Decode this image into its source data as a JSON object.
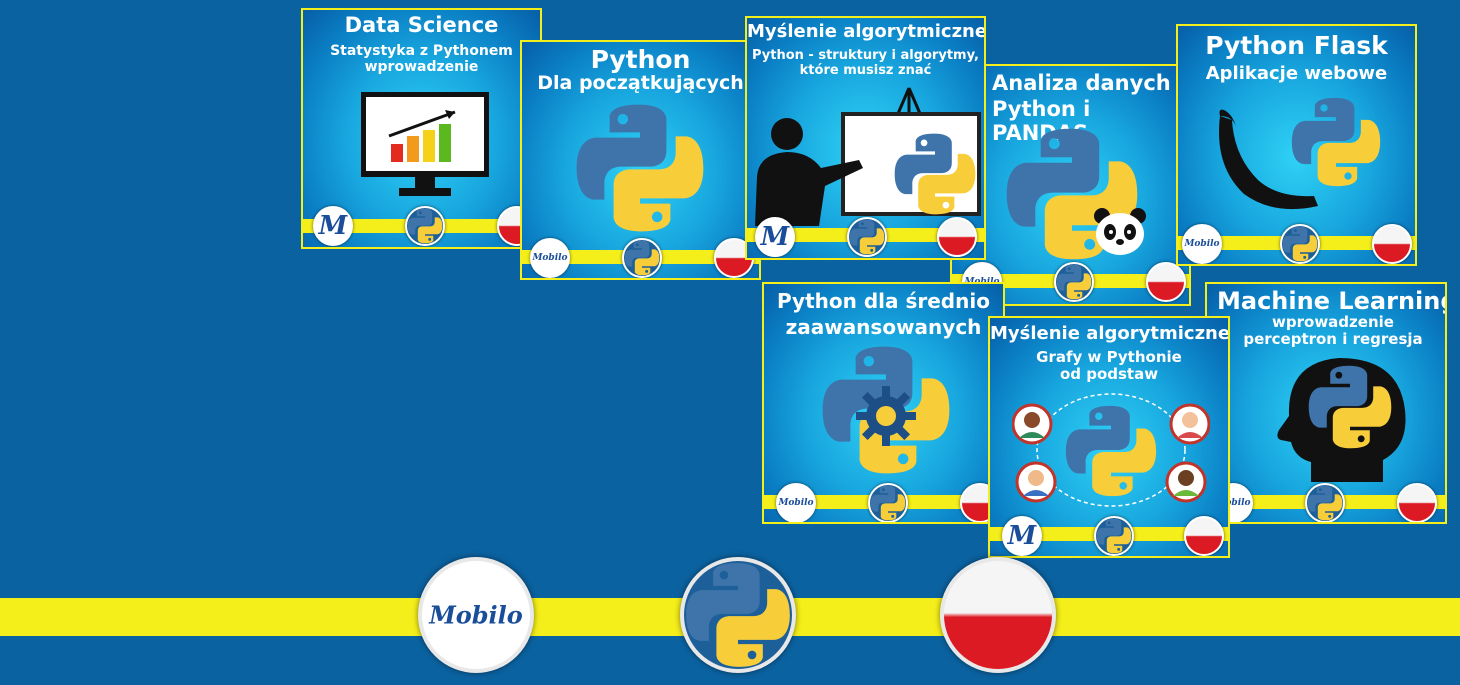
{
  "cards": [
    {
      "title": "Data Science",
      "subtitle": "Statystyka z Pythonem\nwprowadzenie",
      "logo": "M"
    },
    {
      "title": "Python",
      "subtitle": "Dla początkujących",
      "logo": "Mobilo"
    },
    {
      "title": "Myślenie algorytmiczne",
      "subtitle": "Python - struktury i algorytmy,\nktóre musisz znać",
      "logo": "M"
    },
    {
      "title": "Analiza danych",
      "subtitle": "Python i PANDAS",
      "logo": "Mobilo"
    },
    {
      "title": "Python Flask",
      "subtitle": "Aplikacje webowe",
      "logo": "Mobilo"
    },
    {
      "title": "Python dla średnio",
      "subtitle": "zaawansowanych",
      "logo": "Mobilo"
    },
    {
      "title": "Myślenie algorytmiczne",
      "subtitle": "Grafy w Pythonie\nod podstaw",
      "logo": "M"
    },
    {
      "title": "Machine Learning",
      "subtitle": "wprowadzenie\nperceptron i regresja",
      "logo": "Mobilo"
    }
  ],
  "footer": {
    "logo": "Mobilo"
  },
  "colors": {
    "background": "#0b62a0",
    "accent_yellow": "#f4ee1a",
    "flag_red": "#dc1a24",
    "python_blue": "#3f74ab",
    "python_yellow": "#f8cd3a"
  }
}
